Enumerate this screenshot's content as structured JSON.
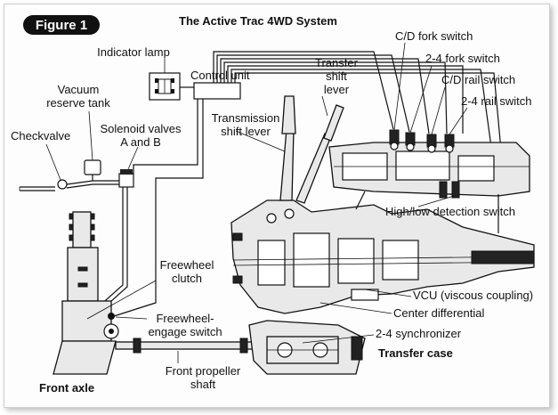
{
  "figure_badge": "Figure 1",
  "title": "The Active Trac 4WD System",
  "labels": {
    "indicator_lamp": "Indicator lamp",
    "control_unit": "Control unit",
    "vacuum_reserve_tank_1": "Vacuum",
    "vacuum_reserve_tank_2": "reserve tank",
    "checkvalve": "Checkvalve",
    "solenoid_valves_1": "Solenoid valves",
    "solenoid_valves_2": "A and B",
    "transmission_shift_lever_1": "Transmission",
    "transmission_shift_lever_2": "shift lever",
    "transfer_shift_lever_1": "Transfer",
    "transfer_shift_lever_2": "shift",
    "transfer_shift_lever_3": "lever",
    "cd_fork_switch": "C/D fork switch",
    "fork_switch_24": "2-4 fork switch",
    "cd_rail_switch": "C/D rail switch",
    "rail_switch_24": "2-4 rail switch",
    "high_low_detection_switch": "High/low detection switch",
    "freewheel_clutch_1": "Freewheel",
    "freewheel_clutch_2": "clutch",
    "freewheel_engage_switch_1": "Freewheel-",
    "freewheel_engage_switch_2": "engage switch",
    "vcu": "VCU (viscous coupling)",
    "center_differential": "Center differential",
    "synchronizer_24": "2-4 synchronizer",
    "transfer_case": "Transfer case",
    "front_axle": "Front axle",
    "front_propeller_shaft_1": "Front propeller",
    "front_propeller_shaft_2": "shaft"
  }
}
